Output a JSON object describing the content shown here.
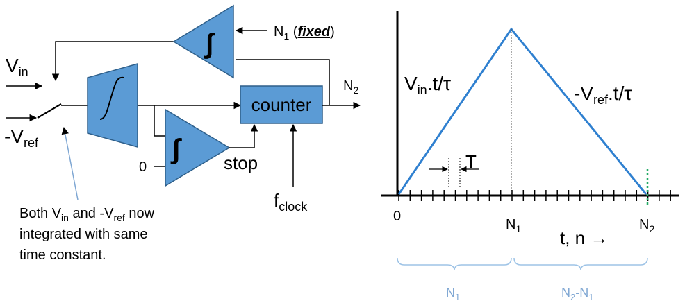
{
  "circuit": {
    "input_vin": "V",
    "input_vin_sub": "in",
    "input_vref": "-V",
    "input_vref_sub": "ref",
    "integrator_top_n1": "N",
    "integrator_top_n1_sub": "1",
    "integrator_top_fixed": "fixed",
    "output_n2": "N",
    "output_n2_sub": "2",
    "counter_label": "counter",
    "stop_label": "stop",
    "zero_label": "0",
    "fclock": "f",
    "fclock_sub": "clock",
    "integral_symbol": "∫",
    "note_line1_a": "Both V",
    "note_line1_sub": "in",
    "note_line1_b": " and -V",
    "note_line1_sub2": "ref",
    "note_line1_c": " now",
    "note_line2": "integrated with same",
    "note_line3": "time constant."
  },
  "graph": {
    "up_label_v": "V",
    "up_label_sub": "in",
    "up_label_rest": ".t/τ",
    "down_label_v": "-V",
    "down_label_sub": "ref",
    "down_label_rest": ".t/τ",
    "period_label": "T",
    "x_origin": "0",
    "x_n1": "N",
    "x_n1_sub": "1",
    "x_n2": "N",
    "x_n2_sub": "2",
    "x_axis_label": "t, n →",
    "brace_n1": "N",
    "brace_n1_sub": "1",
    "brace_n2n1_a": "N",
    "brace_n2n1_sub_a": "2",
    "brace_n2n1_mid": "-N",
    "brace_n2n1_sub_b": "1"
  },
  "colors": {
    "block_fill": "#5b9bd5",
    "block_stroke": "#2e5f8a",
    "ramp": "#2f80d0",
    "brace": "#9dc3e6",
    "n2_marker": "#22aa66"
  }
}
